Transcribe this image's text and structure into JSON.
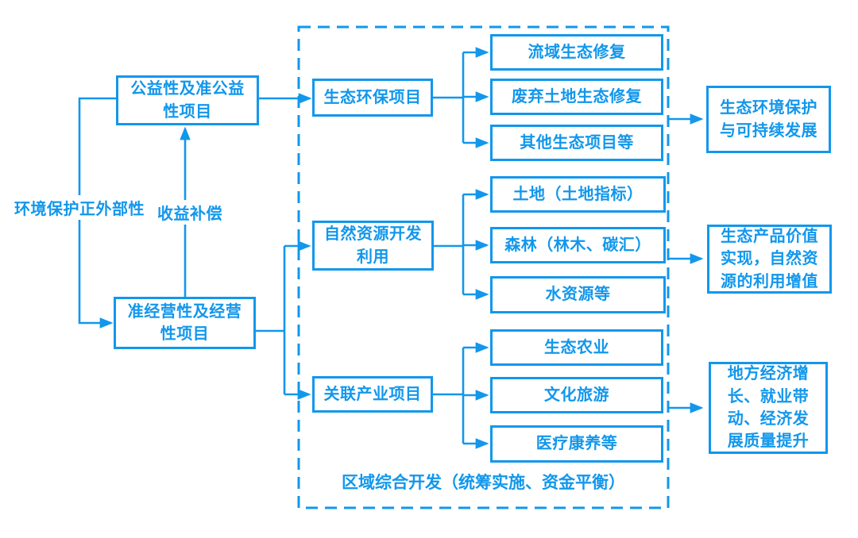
{
  "colors": {
    "primary": "#1297ec",
    "background": "#ffffff"
  },
  "annotations": {
    "externality_label": "环境保护正外部性",
    "compensation_label": "收益补偿",
    "region_caption": "区域综合开发（统筹实施、资金平衡）"
  },
  "source_boxes": {
    "public": "公益性及准公益\n性项目",
    "operational": "准经营性及经营\n性项目"
  },
  "project_groups": [
    {
      "label": "生态环保项目",
      "children": [
        "流域生态修复",
        "废弃土地生态修复",
        "其他生态项目等"
      ],
      "outcome": "生态环境保护\n与可持续发展"
    },
    {
      "label": "自然资源开发\n利用",
      "children": [
        "土地（土地指标）",
        "森林（林木、碳汇）",
        "水资源等"
      ],
      "outcome": "生态产品价值\n实现，自然资\n源的利用增值"
    },
    {
      "label": "关联产业项目",
      "children": [
        "生态农业",
        "文化旅游",
        "医疗康养等"
      ],
      "outcome": "地方经济增\n长、就业带\n动、经济发\n展质量提升"
    }
  ]
}
